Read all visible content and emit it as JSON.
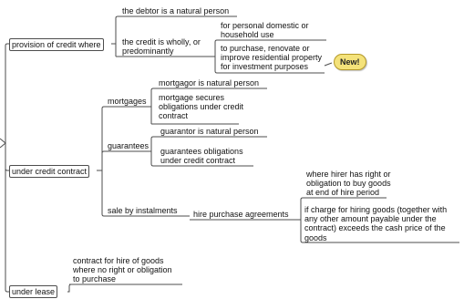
{
  "nodes": {
    "provision_of_credit_where": "provision of credit where",
    "debtor_natural_person": "the debtor is a natural person",
    "credit_wholly_predominantly": "the credit is wholly, or\npredominantly",
    "personal_domestic_household": "for personal domestic or\nhousehold use",
    "purchase_renovate_improve": "to purchase, renovate or\nimprove residential property\nfor investment purposes",
    "new_badge": "New!",
    "under_credit_contract": "under credit contract",
    "mortgages": "mortgages",
    "mortgagor_natural_person": "mortgagor is natural person",
    "mortgage_secures": "mortgage secures\nobligations under credit\ncontract",
    "guarantees": "guarantees",
    "guarantor_natural_person": "guarantor is natural person",
    "guarantees_obligations": "guarantees obligations\nunder credit contract",
    "sale_by_instalments": "sale by instalments",
    "hire_purchase_agreements": "hire purchase agreements",
    "hirer_right_obligation": "where hirer has right or\nobligation to buy goods\nat end of hire period",
    "charge_for_hiring": "if charge for hiring goods (together with\nany other amount payable under the\ncontract) exceeds the cash price of the\ngoods",
    "under_lease": "under lease",
    "contract_hire_goods": "contract for hire of goods\nwhere no right or obligation\nto purchase"
  },
  "colors": {
    "line": "#4d4d4d",
    "badge_fill": "#f4e27a",
    "badge_border": "#b59a2a"
  }
}
